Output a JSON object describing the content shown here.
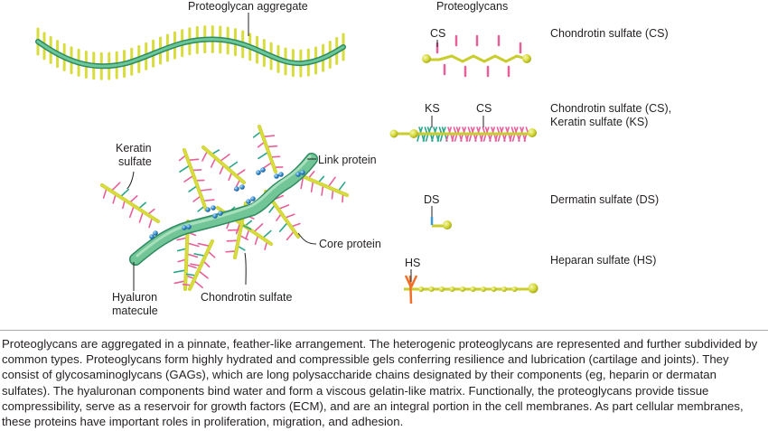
{
  "figure": {
    "aggregate_title": "Proteoglycan aggregate",
    "proteoglycans_title": "Proteoglycans",
    "detail_labels": {
      "keratin_sulfate": [
        "Keratin",
        "sulfate"
      ],
      "link_protein": "Link protein",
      "core_protein": "Core protein",
      "hyaluron_molecule": [
        "Hyaluron",
        "matecule"
      ],
      "chondrotin_sulfate": "Chondrotin sulfate"
    },
    "types": [
      {
        "tags": [
          "CS"
        ],
        "name_lines": [
          "Chondrotin sulfate (CS)"
        ]
      },
      {
        "tags": [
          "KS",
          "CS"
        ],
        "name_lines": [
          "Chondrotin sulfate (CS),",
          "Keratin sulfate (KS)"
        ]
      },
      {
        "tags": [
          "DS"
        ],
        "name_lines": [
          "Dermatin sulfate (DS)"
        ]
      },
      {
        "tags": [
          "HS"
        ],
        "name_lines": [
          "Heparan sulfate (HS)"
        ]
      }
    ],
    "colors": {
      "hyaluronan": "#4db383",
      "hyaluronan_dark": "#2e8b5f",
      "core_protein": "#d8dc3c",
      "chondroitin_sulfate": "#e8609a",
      "keratan_sulfate": "#2aa68a",
      "link_protein": "#2f86c9",
      "dermatan_sulfate": "#3a9ad9",
      "heparan_sulfate": "#f0702a",
      "leader_line": "#231f20"
    }
  },
  "caption": "Proteoglycans are aggregated in a pinnate, feather-like arrangement. The heterogenic proteoglycans are represented and further subdivided by common types. Proteoglycans form highly hydrated and compressible gels conferring resilience and lubrication (cartilage and joints). They consist of glycosaminoglycans (GAGs), which are long polysaccharide chains designated by their components (eg, heparin or dermatan sulfates). The hyaluronan components bind water and form a viscous gelatin-like matrix. Functionally, the proteoglycans provide tissue compressibility, serve as a reservoir for growth factors (ECM), and are an integral portion in the cell membranes. As part cellular membranes, these proteins have important roles in proliferation, migration, and adhesion."
}
